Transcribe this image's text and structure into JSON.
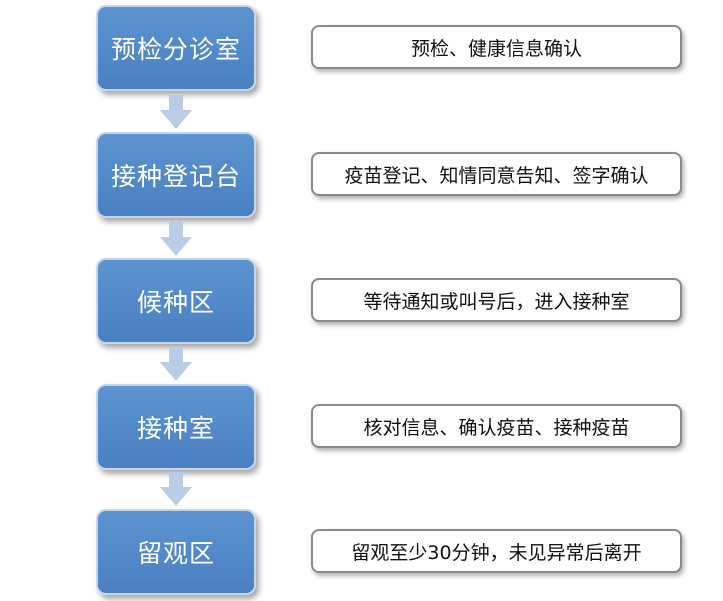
{
  "steps": [
    {
      "label": "预检分诊室",
      "description": "预检、健康信息确认"
    },
    {
      "label": "接种登记台",
      "description": "疫苗登记、知情同意告知、签字确认"
    },
    {
      "label": "候种区",
      "description": "等待通知或叫号后，进入接种室"
    },
    {
      "label": "接种室",
      "description": "核对信息、确认疫苗、接种疫苗"
    },
    {
      "label": "留观区",
      "description": "留观至少30分钟，未见异常后离开"
    }
  ],
  "colors": {
    "step_fill": "#4f86c6",
    "arrow_fill": "#b9cde6",
    "desc_border": "#8a8a8a"
  }
}
